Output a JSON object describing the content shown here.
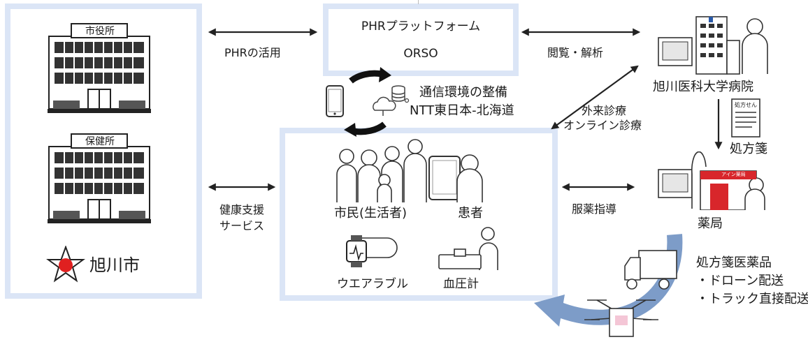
{
  "city": {
    "building1_label": "市役所",
    "building2_label": "保健所",
    "city_name": "旭川市"
  },
  "platform": {
    "line1": "PHRプラットフォーム",
    "line2": "ORSO"
  },
  "network": {
    "line1": "通信環境の整備",
    "line2": "NTT東日本-北海道"
  },
  "citizen": {
    "people_label": "市民(生活者)",
    "patient_label": "患者",
    "wearable_label": "ウエアラブル",
    "bp_label": "血圧計"
  },
  "hospital": {
    "name": "旭川医科大学病院",
    "prescription_paper": "処方せん",
    "prescription_label": "処方箋"
  },
  "pharmacy": {
    "name": "薬局",
    "sign": "アイン薬局"
  },
  "links": {
    "phr_use": "PHRの活用",
    "view_analyze": "閲覧・解析",
    "outpatient_line1": "外来診療",
    "outpatient_line2": "オンライン診療",
    "health_support_line1": "健康支援",
    "health_support_line2": "サービス",
    "medication_guidance": "服薬指導"
  },
  "delivery": {
    "title": "処方箋医薬品",
    "item1": "・ドローン配送",
    "item2": "・トラック直接配送"
  },
  "colors": {
    "panel_border": "#dbe5f6",
    "curve_arrow": "#7d9cc8",
    "city_dot": "#e02020",
    "pharmacy_red": "#d8262b"
  }
}
